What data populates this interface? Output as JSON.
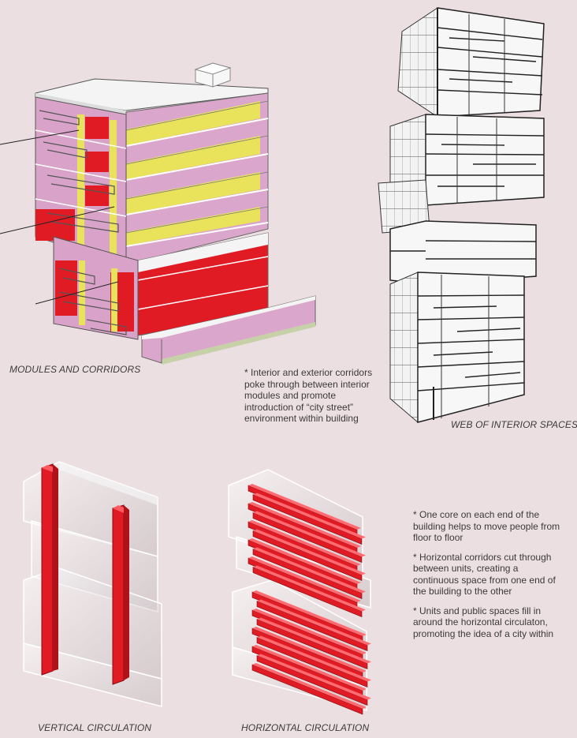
{
  "captions": {
    "modules": "MODULES AND CORRIDORS",
    "web": "WEB OF INTERIOR SPACES",
    "vertical": "VERTICAL CIRCULATION",
    "horizontal": "HORIZONTAL CIRCULATION"
  },
  "notes": {
    "corridors": [
      "* Interior and exterior corridors",
      "poke through between interior",
      "modules and promote",
      "introduction of “city street”",
      "environment within building"
    ],
    "bullets": [
      [
        "* One core on each end of the",
        "building helps to move people from",
        "floor to floor"
      ],
      [
        "* Horizontal corridors cut through",
        "between units, creating a",
        "continuous space from one end of",
        "the building to the other"
      ],
      [
        "* Units and public spaces fill in",
        "around the horizontal circulaton,",
        "promoting the idea of a city within"
      ]
    ]
  },
  "colors": {
    "background": "#ecdfe1",
    "module_pink": "#dba6cc",
    "corridor_red": "#e01b24",
    "core_yellow": "#e8e35a",
    "slab_white": "#f4f4f4"
  }
}
